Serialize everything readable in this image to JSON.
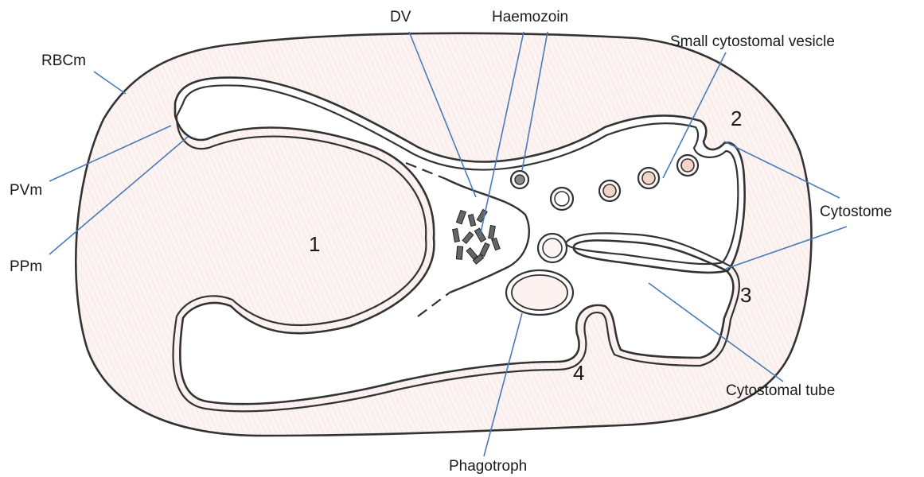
{
  "labels": {
    "rbcm": "RBCm",
    "pvm": "PVm",
    "ppm": "PPm",
    "dv": "DV",
    "haemozoin": "Haemozoin",
    "small_vesicle": "Small cytostomal vesicle",
    "cytostome": "Cytostome",
    "cytostomal_tube": "Cytostomal tube",
    "phagotroph": "Phagotroph"
  },
  "numbers": {
    "n1": "1",
    "n2": "2",
    "n3": "3",
    "n4": "4"
  },
  "colors": {
    "rbc_fill": "#fbf1ee",
    "parasite_fill": "#ffffff",
    "membrane": "#333333",
    "leader_line": "#4a7ab8",
    "vesicle_fill": "#f6d3c8"
  }
}
